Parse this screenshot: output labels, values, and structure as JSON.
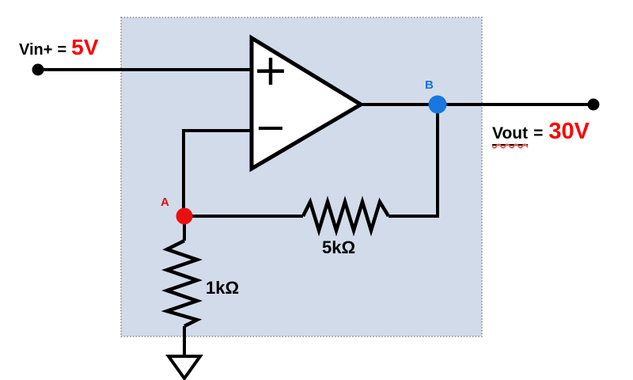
{
  "diagram": {
    "type": "opamp-noninverting-amplifier-circuit",
    "vin": {
      "name": "Vin+",
      "equals": "=",
      "value": "5V"
    },
    "vout": {
      "name": "Vout",
      "equals": "=",
      "value": "30V"
    },
    "nodes": {
      "a": "A",
      "b": "B"
    },
    "resistors": {
      "feedback": "5kΩ",
      "to_ground": "1kΩ"
    },
    "opamp": {
      "plus": "+",
      "minus": "−"
    }
  },
  "colors": {
    "background": "#ffffff",
    "wire": "#000000",
    "box_fill": "#d2dbea",
    "box_border": "#8a8a8a",
    "value_red": "#ff0000",
    "node_a_fill": "#ea1010",
    "node_b_fill": "#1877e0",
    "node_a_label": "#e01212",
    "node_b_label": "#1673e0",
    "squiggle_red": "#ff5a52"
  }
}
